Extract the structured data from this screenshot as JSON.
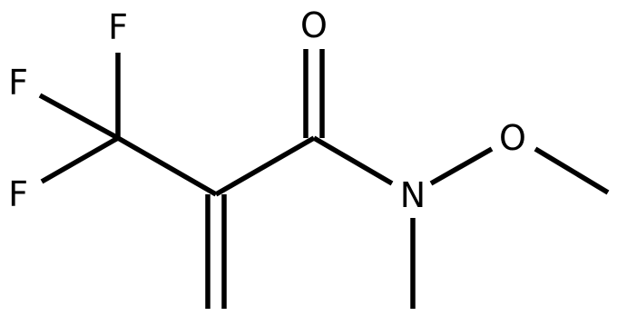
{
  "structure": {
    "atoms": {
      "fluorine_top": "F",
      "fluorine_left": "F",
      "fluorine_bottom": "F",
      "oxygen_carbonyl": "O",
      "nitrogen": "N",
      "oxygen_methoxy": "O"
    },
    "colors": {
      "bond": "#000000",
      "label": "#000000",
      "background": "#ffffff"
    }
  }
}
